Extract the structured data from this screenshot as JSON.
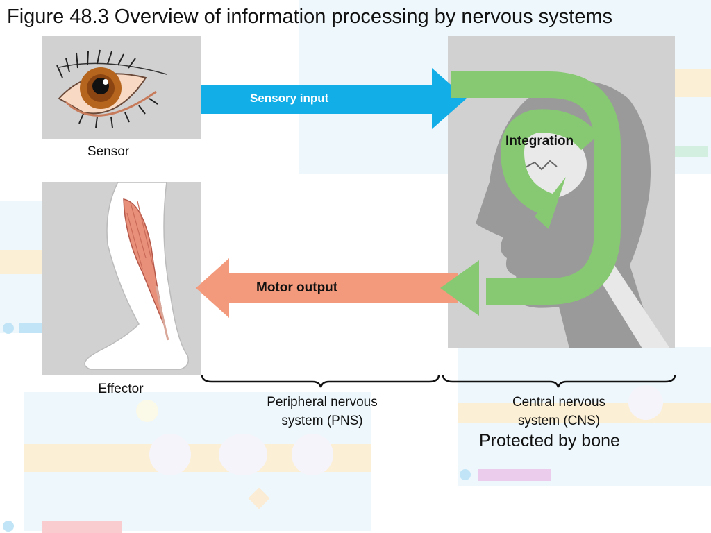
{
  "title": "Figure 48.3 Overview of information processing by nervous systems",
  "labels": {
    "sensor": "Sensor",
    "effector": "Effector",
    "sensory_input": "Sensory input",
    "integration": "Integration",
    "motor_output": "Motor output",
    "pns_line1": "Peripheral nervous",
    "pns_line2": "system (PNS)",
    "cns_line1": "Central nervous",
    "cns_line2": "system (CNS)",
    "protected": "Protected by bone"
  },
  "colors": {
    "sensory_arrow": "#12aee8",
    "motor_arrow": "#f39a7c",
    "integration_loop": "#86c972",
    "panel_gray": "#d1d1d1",
    "head_gray": "#9a9a9a"
  },
  "icons": [
    "eye-icon",
    "leg-muscle-icon",
    "head-silhouette-icon"
  ]
}
